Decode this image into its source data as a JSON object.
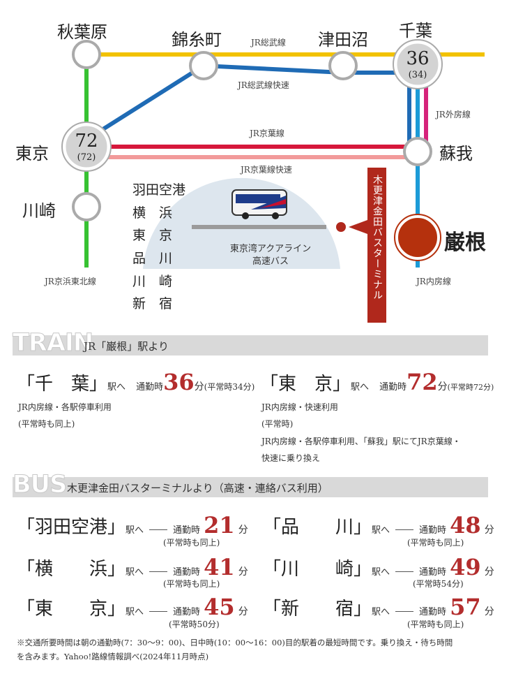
{
  "map": {
    "stations": {
      "akihabara": "秋葉原",
      "kinshicho": "錦糸町",
      "tsudanuma": "津田沼",
      "chiba": "千葉",
      "tokyo": "東京",
      "soga": "蘇我",
      "kawasaki": "川崎",
      "iwane": "巌根"
    },
    "chiba_minutes": "36",
    "chiba_minutes_normal": "(34)",
    "tokyo_minutes": "72",
    "tokyo_minutes_normal": "(72)",
    "lines": {
      "sobu": "JR総武線",
      "sobu_rapid": "JR総武線快速",
      "keiyo": "JR京葉線",
      "keiyo_rapid": "JR京葉線快速",
      "sotobo": "JR外房線",
      "uchibo": "JR内房線",
      "keihin_tohoku": "JR京浜東北線"
    },
    "bus_destinations": [
      "羽田空港",
      "横　浜",
      "東　京",
      "品　川",
      "川　崎",
      "新　宿"
    ],
    "bus_line": "東京湾アクアライン",
    "bus_line_2": "高速バス",
    "terminal": "木更津金田バスターミナル",
    "colors": {
      "sobu": "#f2c200",
      "sobu_rapid": "#1f6bb5",
      "keiyo": "#d6173b",
      "keiyo_rapid": "#f29a9a",
      "sotobo": "#d6237a",
      "uchibo": "#1c9bd7",
      "keihin_tohoku": "#37c232",
      "terminal_bg": "#b0281c",
      "iwane": "#b5310d"
    }
  },
  "train": {
    "tag": "TRAIN",
    "title": "JR「巌根」駅より",
    "left": {
      "dest": "「千　葉」",
      "to": "駅へ",
      "label": "通勤時",
      "minutes": "36",
      "unit": "分",
      "normal": "(平常時34分)",
      "notes": [
        "JR内房線・各駅停車利用",
        "(平常時も同上)"
      ]
    },
    "right": {
      "dest": "「東　京」",
      "to": "駅へ",
      "label": "通勤時",
      "minutes": "72",
      "unit": "分",
      "normal": "(平常時72分)",
      "notes": [
        "JR内房線・快速利用",
        "(平常時)",
        "JR内房線・各駅停車利用、「蘇我」駅にてJR京葉線・",
        "快速に乗り換え"
      ]
    }
  },
  "bus": {
    "tag": "BUS",
    "title": "木更津金田バスターミナルより（高速・連絡バス利用）",
    "trips": [
      {
        "dest": "「羽田空港」",
        "to": "駅へ",
        "label": "通勤時",
        "minutes": "21",
        "unit": "分",
        "normal": "(平常時も同上)"
      },
      {
        "dest": "「品　　川」",
        "to": "駅へ",
        "label": "通勤時",
        "minutes": "48",
        "unit": "分",
        "normal": "(平常時も同上)"
      },
      {
        "dest": "「横　　浜」",
        "to": "駅へ",
        "label": "通勤時",
        "minutes": "41",
        "unit": "分",
        "normal": "(平常時も同上)"
      },
      {
        "dest": "「川　　崎」",
        "to": "駅へ",
        "label": "通勤時",
        "minutes": "49",
        "unit": "分",
        "normal": "(平常時54分)"
      },
      {
        "dest": "「東　　京」",
        "to": "駅へ",
        "label": "通勤時",
        "minutes": "45",
        "unit": "分",
        "normal": "(平常時50分)"
      },
      {
        "dest": "「新　　宿」",
        "to": "駅へ",
        "label": "通勤時",
        "minutes": "57",
        "unit": "分",
        "normal": "(平常時も同上)"
      }
    ]
  },
  "footnote": [
    "※交通所要時間は朝の通勤時(7：30〜9：00)、日中時(10：00〜16：00)目的駅着の最短時間です。乗り換え・待ち時間",
    "を含みます。Yahoo!路線情報調べ(2024年11月時点)"
  ]
}
